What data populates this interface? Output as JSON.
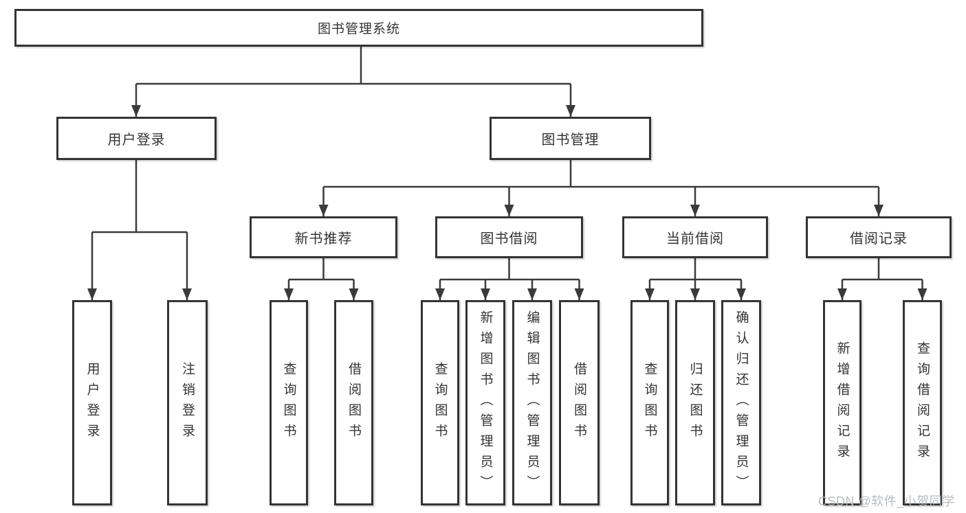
{
  "tree": {
    "root": "图书管理系统",
    "branches": [
      {
        "label": "用户登录",
        "children": [
          "用户登录",
          "注销登录"
        ]
      },
      {
        "label": "图书管理",
        "groups": [
          {
            "label": "新书推荐",
            "children": [
              "查询图书",
              "借阅图书"
            ]
          },
          {
            "label": "图书借阅",
            "children": [
              "查询图书",
              "新增图书（管理员）",
              "编辑图书（管理员）",
              "借阅图书"
            ]
          },
          {
            "label": "当前借阅",
            "children": [
              "查询图书",
              "归还图书",
              "确认归还（管理员）"
            ]
          },
          {
            "label": "借阅记录",
            "children": [
              "新增借阅记录",
              "查询借阅记录"
            ]
          }
        ]
      }
    ]
  },
  "watermark": "CSDN @软件_小贺同学",
  "colors": {
    "line": "#3a3a3a",
    "box_border": "#333333",
    "text": "#333333",
    "watermark": "#b4b7bb",
    "background": "#ffffff"
  }
}
